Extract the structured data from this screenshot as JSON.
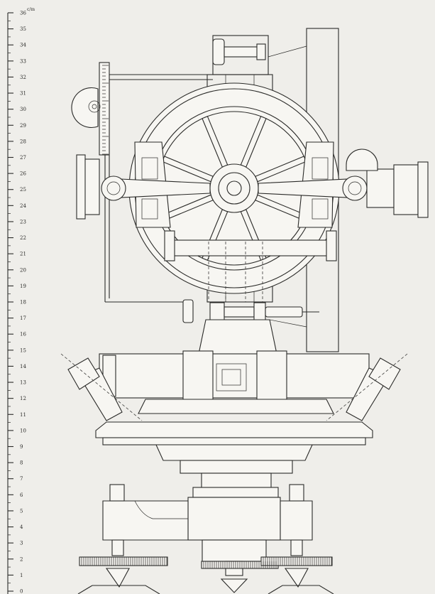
{
  "scale": {
    "unit": "c/m",
    "min": 0,
    "max": 36,
    "labels": [
      "0",
      "1",
      "2",
      "3",
      "4",
      "5",
      "6",
      "7",
      "8",
      "9",
      "10",
      "11",
      "12",
      "13",
      "14",
      "15",
      "16",
      "17",
      "18",
      "19",
      "20",
      "21",
      "22",
      "23",
      "24",
      "25",
      "26",
      "27",
      "28",
      "29",
      "30",
      "31",
      "32",
      "33",
      "34",
      "35",
      "36"
    ]
  },
  "colors": {
    "paper": "#efeeea",
    "ink": "#2a2a28"
  }
}
